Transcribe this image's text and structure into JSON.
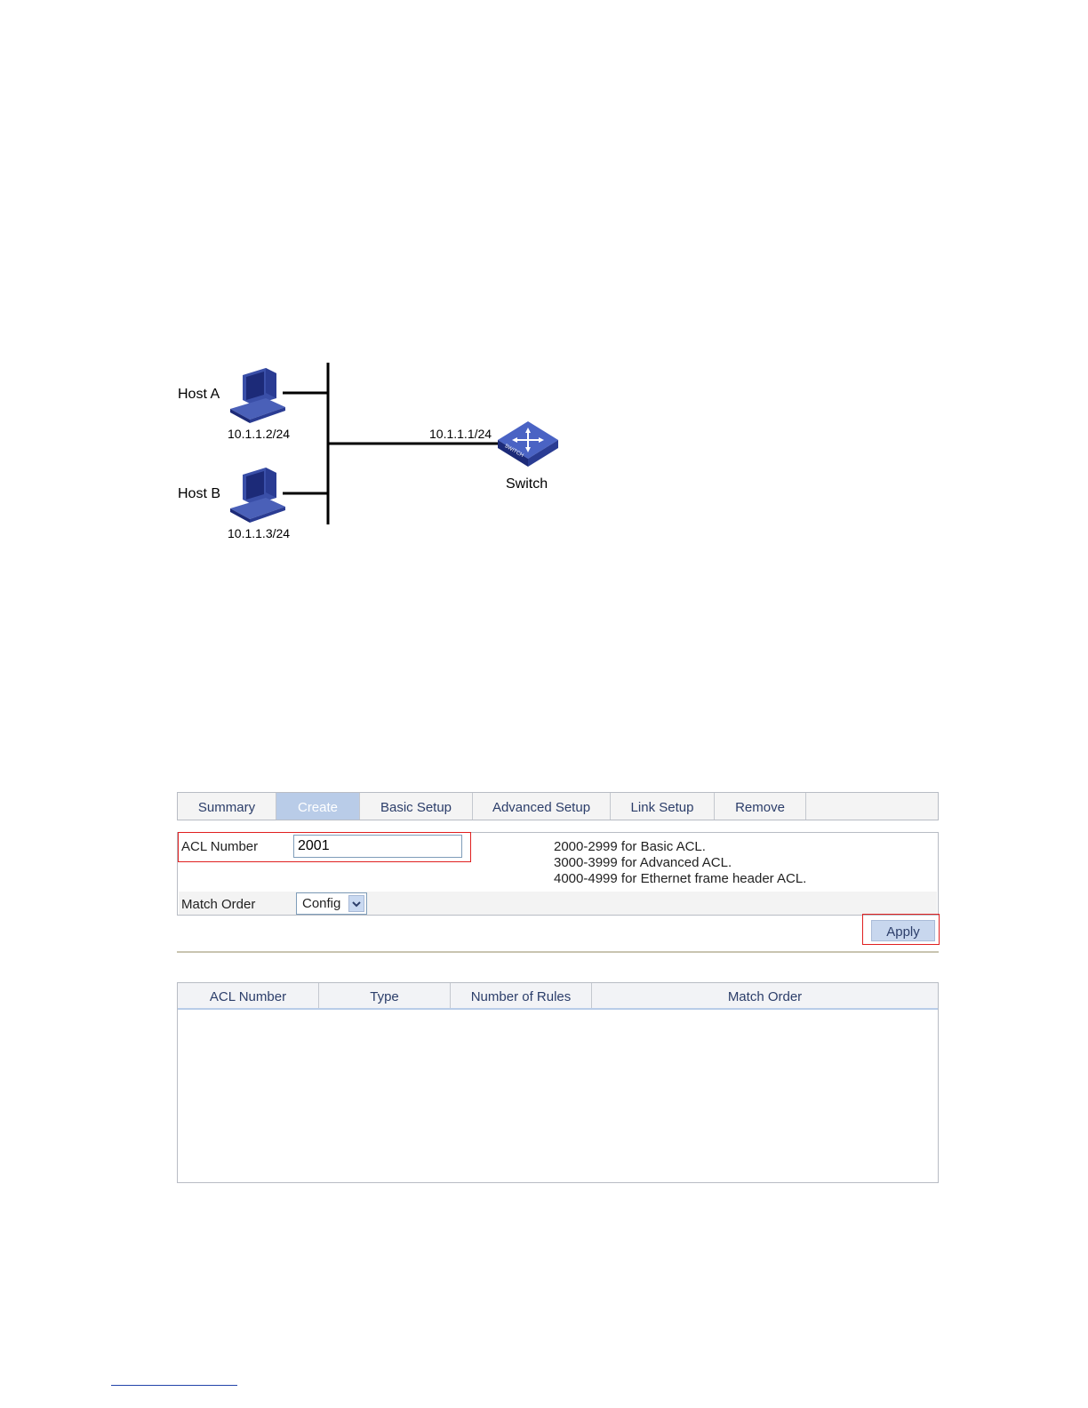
{
  "topology": {
    "hosts": [
      {
        "label": "Host A",
        "ip": "10.1.1.2/24"
      },
      {
        "label": "Host B",
        "ip": "10.1.1.3/24"
      }
    ],
    "switch": {
      "label": "Switch",
      "ip": "10.1.1.1/24",
      "icon_text": "SWITCH"
    },
    "colors": {
      "device": "#3a4fa8",
      "device_dark": "#1c2a78",
      "line": "#000000"
    }
  },
  "tabs": [
    {
      "label": "Summary",
      "active": false
    },
    {
      "label": "Create",
      "active": true
    },
    {
      "label": "Basic Setup",
      "active": false
    },
    {
      "label": "Advanced Setup",
      "active": false
    },
    {
      "label": "Link Setup",
      "active": false
    },
    {
      "label": "Remove",
      "active": false
    }
  ],
  "form": {
    "acl_number_label": "ACL Number",
    "acl_number_value": "2001",
    "hints": [
      "2000-2999 for Basic ACL.",
      "3000-3999 for Advanced ACL.",
      "4000-4999 for Ethernet frame header ACL."
    ],
    "match_order_label": "Match Order",
    "match_order_value": "Config",
    "apply_label": "Apply"
  },
  "table": {
    "columns": [
      "ACL Number",
      "Type",
      "Number of Rules",
      "Match Order"
    ],
    "rows": []
  },
  "colors": {
    "accent": "#b9cce8",
    "highlight": "#e02020",
    "text_blue": "#2c3e6a"
  }
}
